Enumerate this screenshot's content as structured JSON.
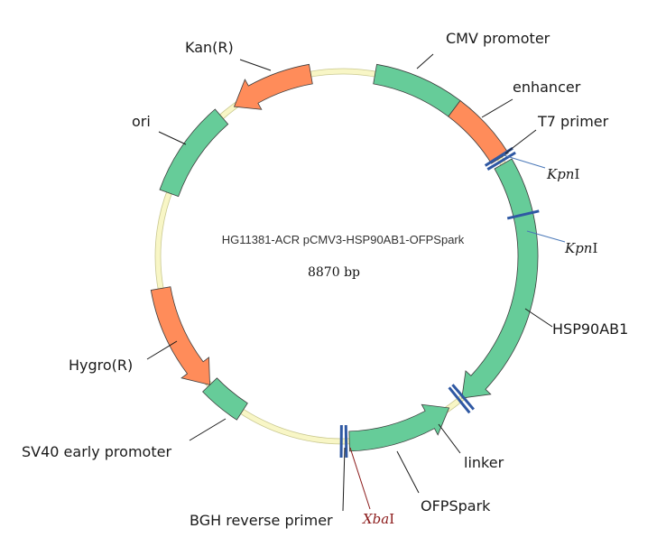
{
  "plasmid": {
    "name": "HG11381-ACR pCMV3-HSP90AB1-OFPSpark",
    "size": "8870 bp"
  },
  "colors": {
    "backbone_fill": "#f8f6c6",
    "backbone_stroke": "#c9c890",
    "green": "#66cc99",
    "orange": "#ff8c5a",
    "outline": "#3e3e3e",
    "site_mark": "#2f58a3",
    "site_leader": "#4a78b8",
    "site_text_kpn": "#1a1a1a",
    "site_text_xba": "#8b1a1a"
  },
  "features": [
    {
      "id": "cmv",
      "label": "CMV promoter",
      "color": "green"
    },
    {
      "id": "enh",
      "label": "enhancer",
      "color": "orange"
    },
    {
      "id": "hsp",
      "label": "HSP90AB1",
      "color": "green"
    },
    {
      "id": "ofp",
      "label": "OFPSpark",
      "color": "green"
    },
    {
      "id": "sv40",
      "label": "SV40 early promoter",
      "color": "green"
    },
    {
      "id": "hyg",
      "label": "Hygro(R)",
      "color": "orange"
    },
    {
      "id": "ori",
      "label": "ori",
      "color": "green"
    },
    {
      "id": "kan",
      "label": "Kan(R)",
      "color": "orange"
    }
  ],
  "primers": [
    {
      "id": "t7",
      "label": "T7 primer"
    },
    {
      "id": "bgh",
      "label": "BGH reverse primer"
    },
    {
      "id": "linker",
      "label": "linker"
    }
  ],
  "sites": [
    {
      "id": "kpn1",
      "italic": "Kpn",
      "suffix": "I"
    },
    {
      "id": "kpn2",
      "italic": "Kpn",
      "suffix": "I"
    },
    {
      "id": "xba",
      "italic": "Xba",
      "suffix": "I"
    }
  ]
}
